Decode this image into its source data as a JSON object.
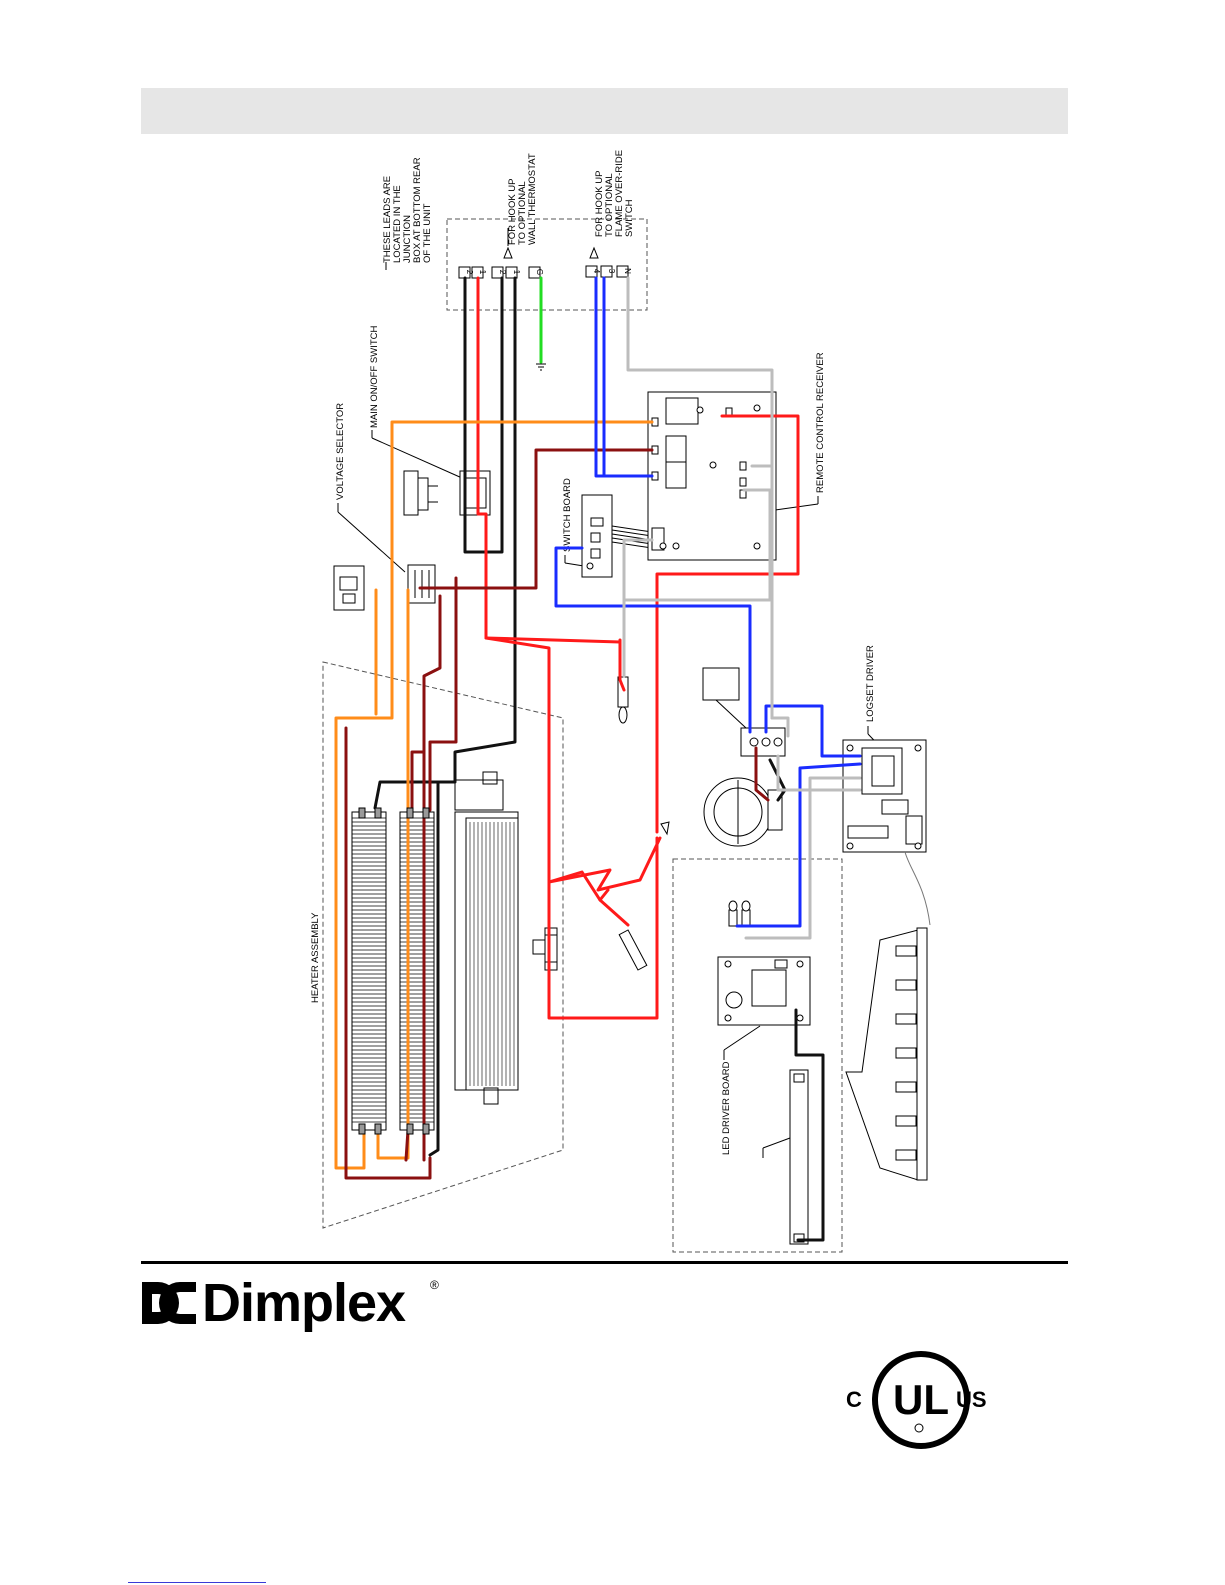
{
  "labels": {
    "junction_box": [
      "THESE LEADS ARE",
      "LOCATED IN THE",
      "JUNCTION",
      "BOX AT BOTTOM REAR",
      "OF THE UNIT"
    ],
    "thermostat": [
      "FOR HOOK UP",
      "TO OPTIONAL",
      "WALL THERMOSTAT"
    ],
    "flame_override": [
      "FOR HOOK UP",
      "TO OPTIONAL",
      "FLAME OVER-RIDE",
      "SWITCH"
    ],
    "main_switch": "MAIN ON/OFF SWITCH",
    "voltage_selector": "VOLTAGE SELECTOR",
    "switch_board": "SWITCH BOARD",
    "remote_receiver": "REMOTE CONTROL RECEIVER",
    "logset_driver": "LOGSET DRIVER",
    "heater_assembly": "HEATER ASSEMBLY",
    "led_driver_board": "LED DRIVER BOARD"
  },
  "terminals": [
    "2",
    "1",
    "2",
    "1",
    "G",
    "4",
    "3",
    "N"
  ],
  "brand": {
    "name": "Dimplex",
    "registered": "®"
  },
  "certification": {
    "left": "C",
    "center": "UL",
    "right": "US"
  },
  "wire_colors": {
    "red": "#ff1a1a",
    "black": "#111111",
    "orange": "#ff8c1a",
    "maroon": "#8b1010",
    "blue": "#1a2cff",
    "grey": "#bdbdbd",
    "green": "#22dd22"
  }
}
